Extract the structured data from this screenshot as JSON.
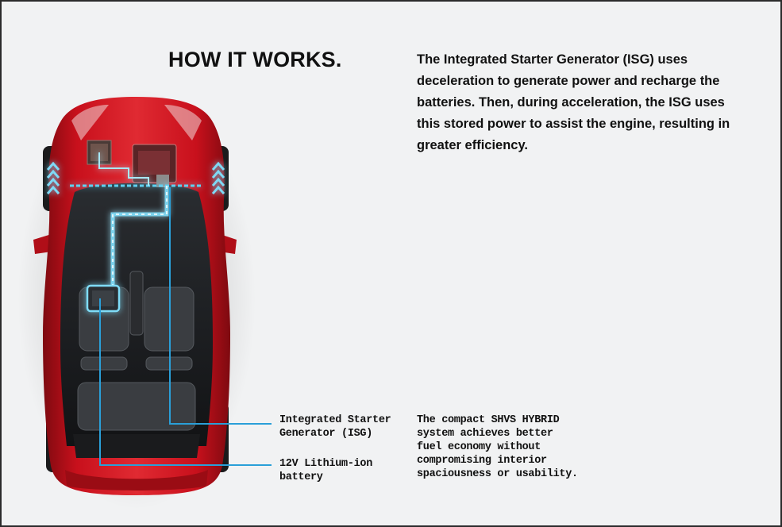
{
  "title": "HOW IT WORKS.",
  "description": "The Integrated Starter Generator (ISG) uses deceleration to generate power and recharge the batteries. Then, during acceleration, the ISG uses this stored power to assist the engine, resulting in greater efficiency.",
  "callouts": {
    "isg": "Integrated Starter Generator (ISG)",
    "battery": "12V Lithium-ion battery"
  },
  "footnote": "The compact SHVS HYBRID system achieves better fuel economy without compromising interior spaciousness or usability.",
  "colors": {
    "background": "#f1f2f3",
    "car_body": "#c8101c",
    "energy_flow": "#5fd0f0",
    "leader_line": "#2a9fd8"
  }
}
